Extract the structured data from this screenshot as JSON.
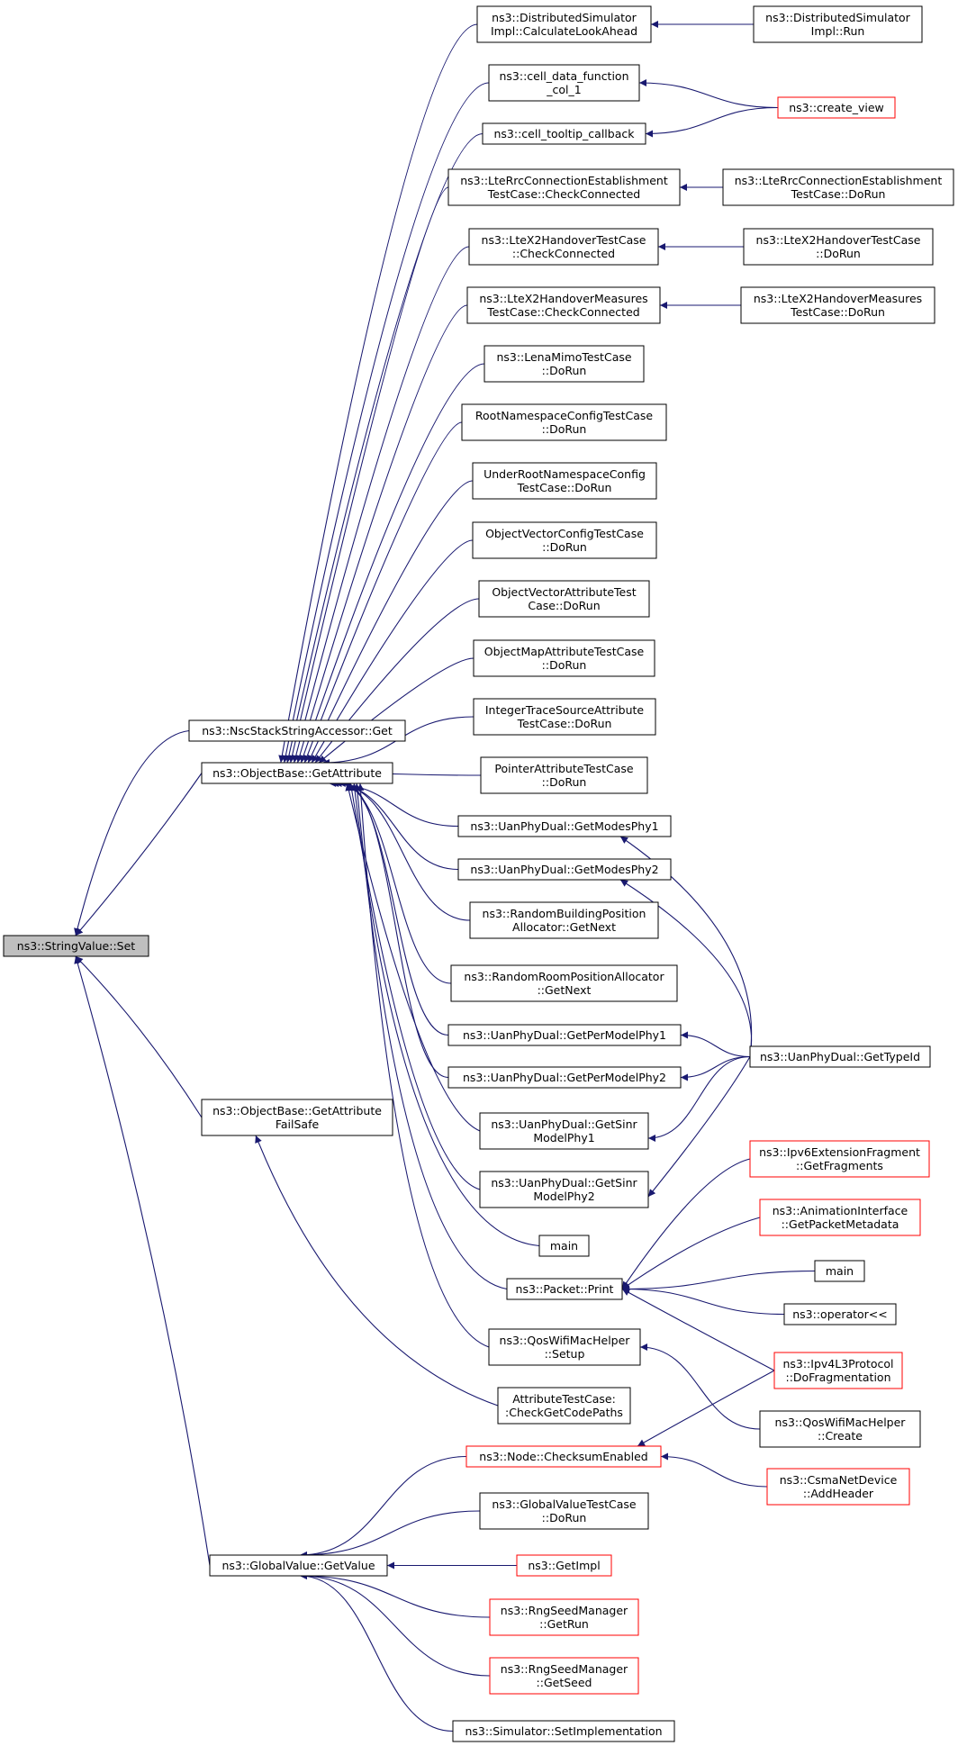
{
  "colors": {
    "edge": "#191970",
    "node_border": "#000000",
    "node_border_truncated": "#ff0000",
    "node_fill": "#ffffff",
    "root_fill": "#bfbfbf",
    "text": "#000000"
  },
  "root": "stringvalue_set",
  "nodes": [
    {
      "id": "stringvalue_set",
      "lines": [
        "ns3::StringValue::Set"
      ],
      "style": "root"
    },
    {
      "id": "nsc_get",
      "lines": [
        "ns3::NscStackStringAccessor::Get"
      ],
      "style": "normal"
    },
    {
      "id": "getattribute",
      "lines": [
        "ns3::ObjectBase::GetAttribute"
      ],
      "style": "normal"
    },
    {
      "id": "getattribute_failsafe",
      "lines": [
        "ns3::ObjectBase::GetAttribute",
        "FailSafe"
      ],
      "style": "normal"
    },
    {
      "id": "globalvalue_getvalue",
      "lines": [
        "ns3::GlobalValue::GetValue"
      ],
      "style": "normal"
    },
    {
      "id": "dist_calc",
      "lines": [
        "ns3::DistributedSimulator",
        "Impl::CalculateLookAhead"
      ],
      "style": "normal"
    },
    {
      "id": "dist_run",
      "lines": [
        "ns3::DistributedSimulator",
        "Impl::Run"
      ],
      "style": "normal"
    },
    {
      "id": "cell_data",
      "lines": [
        "ns3::cell_data_function",
        "_col_1"
      ],
      "style": "normal"
    },
    {
      "id": "create_view",
      "lines": [
        "ns3::create_view"
      ],
      "style": "truncated"
    },
    {
      "id": "cell_tooltip",
      "lines": [
        "ns3::cell_tooltip_callback"
      ],
      "style": "normal"
    },
    {
      "id": "lterrc_check",
      "lines": [
        "ns3::LteRrcConnectionEstablishment",
        "TestCase::CheckConnected"
      ],
      "style": "normal"
    },
    {
      "id": "lterrc_dorun",
      "lines": [
        "ns3::LteRrcConnectionEstablishment",
        "TestCase::DoRun"
      ],
      "style": "normal"
    },
    {
      "id": "ltex2_check",
      "lines": [
        "ns3::LteX2HandoverTestCase",
        "::CheckConnected"
      ],
      "style": "normal"
    },
    {
      "id": "ltex2_dorun",
      "lines": [
        "ns3::LteX2HandoverTestCase",
        "::DoRun"
      ],
      "style": "normal"
    },
    {
      "id": "ltex2m_check",
      "lines": [
        "ns3::LteX2HandoverMeasures",
        "TestCase::CheckConnected"
      ],
      "style": "normal"
    },
    {
      "id": "ltex2m_dorun",
      "lines": [
        "ns3::LteX2HandoverMeasures",
        "TestCase::DoRun"
      ],
      "style": "normal"
    },
    {
      "id": "lenamimo",
      "lines": [
        "ns3::LenaMimoTestCase",
        "::DoRun"
      ],
      "style": "normal"
    },
    {
      "id": "rootns",
      "lines": [
        "RootNamespaceConfigTestCase",
        "::DoRun"
      ],
      "style": "normal"
    },
    {
      "id": "underroot",
      "lines": [
        "UnderRootNamespaceConfig",
        "TestCase::DoRun"
      ],
      "style": "normal"
    },
    {
      "id": "objvec_config",
      "lines": [
        "ObjectVectorConfigTestCase",
        "::DoRun"
      ],
      "style": "normal"
    },
    {
      "id": "objvec_attr",
      "lines": [
        "ObjectVectorAttributeTest",
        "Case::DoRun"
      ],
      "style": "normal"
    },
    {
      "id": "objmap",
      "lines": [
        "ObjectMapAttributeTestCase",
        "::DoRun"
      ],
      "style": "normal"
    },
    {
      "id": "inttrace",
      "lines": [
        "IntegerTraceSourceAttribute",
        "TestCase::DoRun"
      ],
      "style": "normal"
    },
    {
      "id": "pointer",
      "lines": [
        "PointerAttributeTestCase",
        "::DoRun"
      ],
      "style": "normal"
    },
    {
      "id": "uan_modes1",
      "lines": [
        "ns3::UanPhyDual::GetModesPhy1"
      ],
      "style": "normal"
    },
    {
      "id": "uan_modes2",
      "lines": [
        "ns3::UanPhyDual::GetModesPhy2"
      ],
      "style": "normal"
    },
    {
      "id": "randbuilding",
      "lines": [
        "ns3::RandomBuildingPosition",
        "Allocator::GetNext"
      ],
      "style": "normal"
    },
    {
      "id": "randroom",
      "lines": [
        "ns3::RandomRoomPositionAllocator",
        "::GetNext"
      ],
      "style": "normal"
    },
    {
      "id": "uan_per1",
      "lines": [
        "ns3::UanPhyDual::GetPerModelPhy1"
      ],
      "style": "normal"
    },
    {
      "id": "uan_per2",
      "lines": [
        "ns3::UanPhyDual::GetPerModelPhy2"
      ],
      "style": "normal"
    },
    {
      "id": "uan_sinr1",
      "lines": [
        "ns3::UanPhyDual::GetSinr",
        "ModelPhy1"
      ],
      "style": "normal"
    },
    {
      "id": "uan_sinr2",
      "lines": [
        "ns3::UanPhyDual::GetSinr",
        "ModelPhy2"
      ],
      "style": "normal"
    },
    {
      "id": "uan_typeid",
      "lines": [
        "ns3::UanPhyDual::GetTypeId"
      ],
      "style": "normal"
    },
    {
      "id": "main1",
      "lines": [
        "main"
      ],
      "style": "normal"
    },
    {
      "id": "packet_print",
      "lines": [
        "ns3::Packet::Print"
      ],
      "style": "normal"
    },
    {
      "id": "qos_setup",
      "lines": [
        "ns3::QosWifiMacHelper",
        "::Setup"
      ],
      "style": "normal"
    },
    {
      "id": "attr_check",
      "lines": [
        "AttributeTestCase:",
        ":CheckGetCodePaths"
      ],
      "style": "normal"
    },
    {
      "id": "ipv6frag",
      "lines": [
        "ns3::Ipv6ExtensionFragment",
        "::GetFragments"
      ],
      "style": "truncated"
    },
    {
      "id": "anim",
      "lines": [
        "ns3::AnimationInterface",
        "::GetPacketMetadata"
      ],
      "style": "truncated"
    },
    {
      "id": "main2",
      "lines": [
        "main"
      ],
      "style": "normal"
    },
    {
      "id": "operator",
      "lines": [
        "ns3::operator<<"
      ],
      "style": "normal"
    },
    {
      "id": "ipv4frag",
      "lines": [
        "ns3::Ipv4L3Protocol",
        "::DoFragmentation"
      ],
      "style": "truncated"
    },
    {
      "id": "qos_create",
      "lines": [
        "ns3::QosWifiMacHelper",
        "::Create"
      ],
      "style": "normal"
    },
    {
      "id": "checksum",
      "lines": [
        "ns3::Node::ChecksumEnabled"
      ],
      "style": "truncated"
    },
    {
      "id": "csma",
      "lines": [
        "ns3::CsmaNetDevice",
        "::AddHeader"
      ],
      "style": "truncated"
    },
    {
      "id": "gv_test",
      "lines": [
        "ns3::GlobalValueTestCase",
        "::DoRun"
      ],
      "style": "normal"
    },
    {
      "id": "getimpl",
      "lines": [
        "ns3::GetImpl"
      ],
      "style": "truncated"
    },
    {
      "id": "rng_run",
      "lines": [
        "ns3::RngSeedManager",
        "::GetRun"
      ],
      "style": "truncated"
    },
    {
      "id": "rng_seed",
      "lines": [
        "ns3::RngSeedManager",
        "::GetSeed"
      ],
      "style": "truncated"
    },
    {
      "id": "sim_setimpl",
      "lines": [
        "ns3::Simulator::SetImplementation"
      ],
      "style": "normal"
    }
  ],
  "edges": [
    {
      "from": "nsc_get",
      "to": "stringvalue_set"
    },
    {
      "from": "getattribute",
      "to": "stringvalue_set"
    },
    {
      "from": "getattribute_failsafe",
      "to": "stringvalue_set"
    },
    {
      "from": "globalvalue_getvalue",
      "to": "stringvalue_set"
    },
    {
      "from": "dist_calc",
      "to": "getattribute"
    },
    {
      "from": "cell_data",
      "to": "getattribute"
    },
    {
      "from": "cell_tooltip",
      "to": "getattribute"
    },
    {
      "from": "lterrc_check",
      "to": "getattribute"
    },
    {
      "from": "ltex2_check",
      "to": "getattribute"
    },
    {
      "from": "ltex2m_check",
      "to": "getattribute"
    },
    {
      "from": "lenamimo",
      "to": "getattribute"
    },
    {
      "from": "rootns",
      "to": "getattribute"
    },
    {
      "from": "underroot",
      "to": "getattribute"
    },
    {
      "from": "objvec_config",
      "to": "getattribute"
    },
    {
      "from": "objvec_attr",
      "to": "getattribute"
    },
    {
      "from": "objmap",
      "to": "getattribute"
    },
    {
      "from": "inttrace",
      "to": "getattribute"
    },
    {
      "from": "pointer",
      "to": "getattribute"
    },
    {
      "from": "uan_modes1",
      "to": "getattribute"
    },
    {
      "from": "uan_modes2",
      "to": "getattribute"
    },
    {
      "from": "randbuilding",
      "to": "getattribute"
    },
    {
      "from": "randroom",
      "to": "getattribute"
    },
    {
      "from": "uan_per1",
      "to": "getattribute"
    },
    {
      "from": "uan_per2",
      "to": "getattribute"
    },
    {
      "from": "uan_sinr1",
      "to": "getattribute"
    },
    {
      "from": "uan_sinr2",
      "to": "getattribute"
    },
    {
      "from": "main1",
      "to": "getattribute"
    },
    {
      "from": "packet_print",
      "to": "getattribute"
    },
    {
      "from": "qos_setup",
      "to": "getattribute"
    },
    {
      "from": "attr_check",
      "to": "getattribute_failsafe"
    },
    {
      "from": "dist_run",
      "to": "dist_calc"
    },
    {
      "from": "create_view",
      "to": "cell_data"
    },
    {
      "from": "create_view",
      "to": "cell_tooltip"
    },
    {
      "from": "lterrc_dorun",
      "to": "lterrc_check"
    },
    {
      "from": "ltex2_dorun",
      "to": "ltex2_check"
    },
    {
      "from": "ltex2m_dorun",
      "to": "ltex2m_check"
    },
    {
      "from": "uan_typeid",
      "to": "uan_modes1"
    },
    {
      "from": "uan_typeid",
      "to": "uan_modes2"
    },
    {
      "from": "uan_typeid",
      "to": "uan_per1"
    },
    {
      "from": "uan_typeid",
      "to": "uan_per2"
    },
    {
      "from": "uan_typeid",
      "to": "uan_sinr1"
    },
    {
      "from": "uan_typeid",
      "to": "uan_sinr2"
    },
    {
      "from": "ipv6frag",
      "to": "packet_print"
    },
    {
      "from": "anim",
      "to": "packet_print"
    },
    {
      "from": "main2",
      "to": "packet_print"
    },
    {
      "from": "operator",
      "to": "packet_print"
    },
    {
      "from": "ipv4frag",
      "to": "packet_print"
    },
    {
      "from": "qos_create",
      "to": "qos_setup"
    },
    {
      "from": "checksum",
      "to": "globalvalue_getvalue"
    },
    {
      "from": "gv_test",
      "to": "globalvalue_getvalue"
    },
    {
      "from": "getimpl",
      "to": "globalvalue_getvalue"
    },
    {
      "from": "rng_run",
      "to": "globalvalue_getvalue"
    },
    {
      "from": "rng_seed",
      "to": "globalvalue_getvalue"
    },
    {
      "from": "sim_setimpl",
      "to": "globalvalue_getvalue"
    },
    {
      "from": "ipv4frag",
      "to": "checksum"
    },
    {
      "from": "csma",
      "to": "checksum"
    }
  ]
}
